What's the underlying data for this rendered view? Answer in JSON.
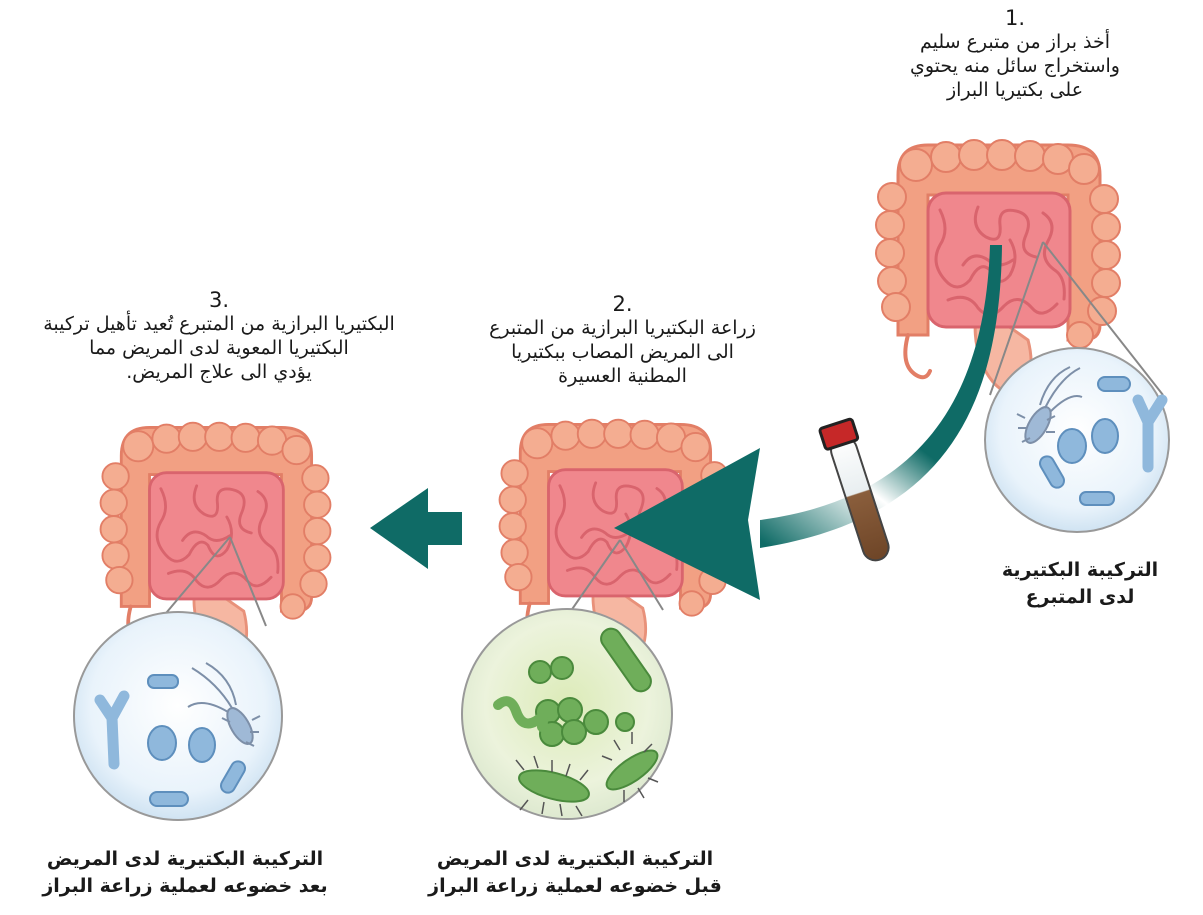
{
  "steps": [
    {
      "num": "1.",
      "lines": [
        "أخذ براز من متبرع سليم",
        "واستخراج سائل منه يحتوي",
        "على بكتيريا البراز"
      ]
    },
    {
      "num": "2.",
      "lines": [
        "زراعة البكتيريا البرازية من المتبرع",
        "الى المريض المصاب ببكتيريا",
        "المطنية العسيرة"
      ]
    },
    {
      "num": "3.",
      "lines": [
        "البكتيريا البرازية من المتبرع تُعيد تأهيل تركيبة",
        "البكتيريا المعوية لدى المريض مما",
        "يؤدي الى علاج المريض."
      ]
    }
  ],
  "labels": {
    "donor": [
      "التركيبة البكتيرية",
      "لدى المتبرع"
    ],
    "before": [
      "التركيبة البكتيرية لدى المريض",
      "قبل خضوعه لعملية زراعة البراز"
    ],
    "after": [
      "التركيبة البكتيرية لدى المريض",
      "بعد خضوعه لعملية زراعة البراز"
    ]
  },
  "colors": {
    "arrow": "#0f6b66",
    "colon": "#f2a083",
    "colon_dark": "#e98067",
    "small_intestine": "#f08a8f",
    "bacteria_healthy": "#8fb8dc",
    "bacteria_sick": "#6fae5a"
  }
}
